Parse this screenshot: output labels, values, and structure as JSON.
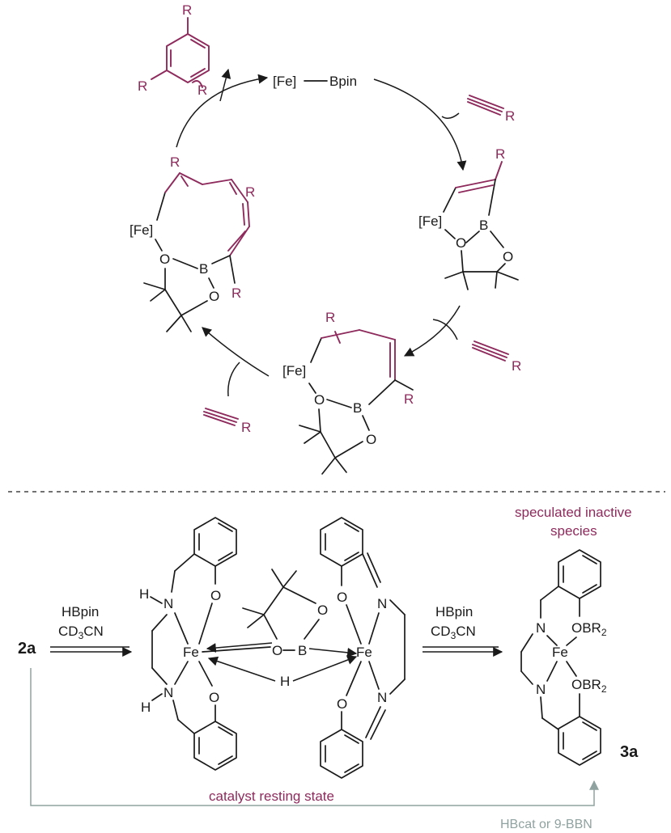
{
  "cycle": {
    "fe_bpin": {
      "fe": "[Fe]",
      "bpin": "Bpin"
    },
    "benzene_sub": "R",
    "alkyne_sub": "R",
    "metallacycle_labels": {
      "fe": "[Fe]",
      "o": "O",
      "b": "B",
      "r": "R"
    }
  },
  "bottom": {
    "compound_2a": "2a",
    "reagent_1": {
      "line1": "HBpin",
      "line2_main": "CD",
      "line2_sub": "3",
      "line2_tail": "CN"
    },
    "reagent_2": {
      "line1": "HBpin",
      "line2_main": "CD",
      "line2_sub": "3",
      "line2_tail": "CN"
    },
    "resting_caption": "catalyst resting state",
    "inactive_caption_1": "speculated inactive",
    "inactive_caption_2": "species",
    "compound_3a": "3a",
    "bypass_reagent": "HBcat or 9-BBN",
    "atoms": {
      "fe": "Fe",
      "n": "N",
      "o": "O",
      "h": "H",
      "b": "B",
      "obr": "OBR",
      "obr_sub": "2"
    }
  },
  "colors": {
    "accent": "#8e2a5c",
    "bond": "#1a1a1a",
    "bypass": "#8fa29f"
  }
}
